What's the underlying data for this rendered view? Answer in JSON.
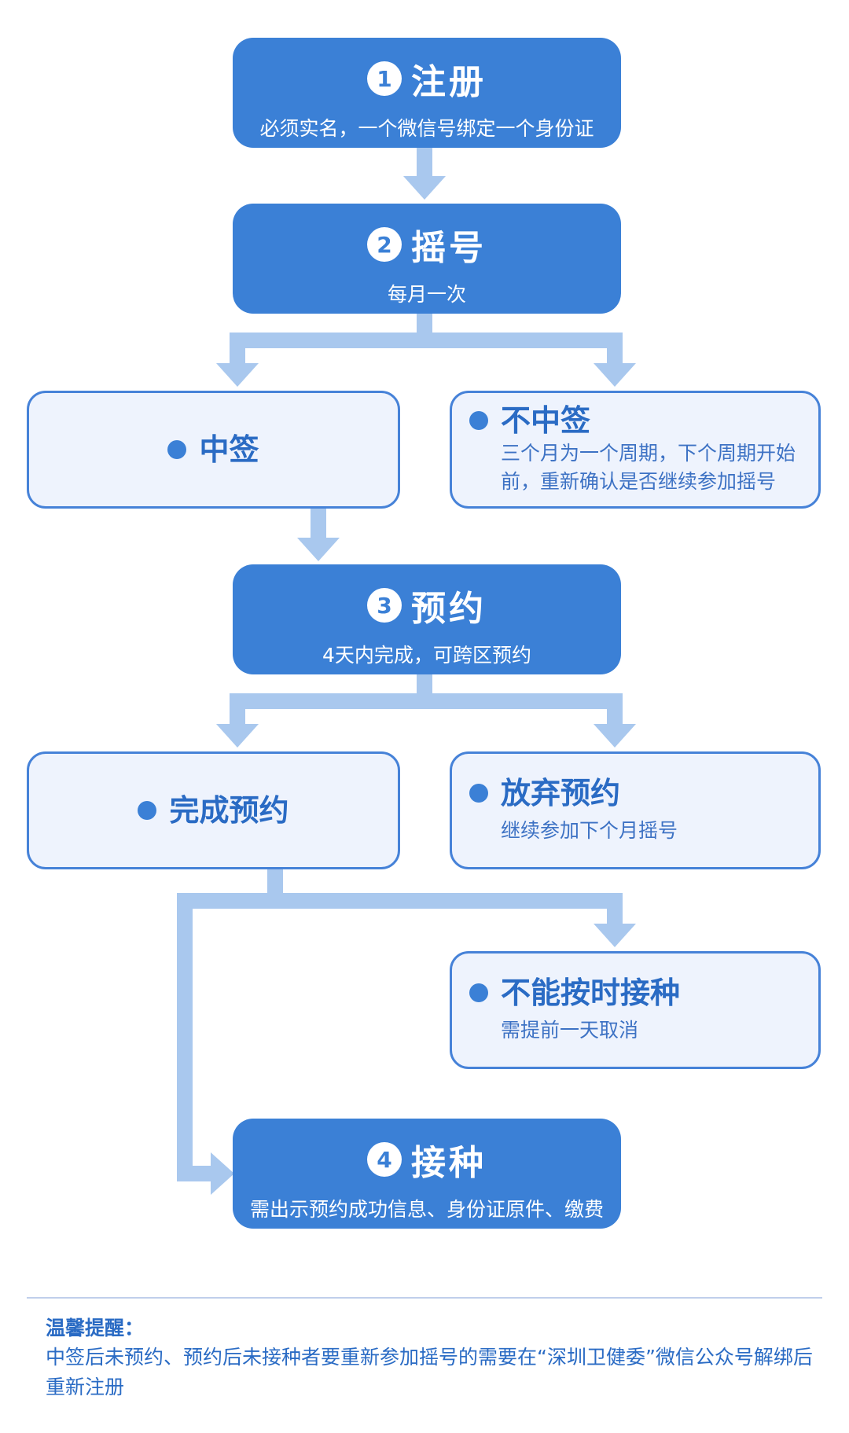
{
  "steps": [
    {
      "number": "1",
      "title": "注册",
      "desc": "必须实名，一个微信号绑定一个身份证"
    },
    {
      "number": "2",
      "title": "摇号",
      "desc": "每月一次"
    },
    {
      "number": "3",
      "title": "预约",
      "desc": "4天内完成，可跨区预约"
    },
    {
      "number": "4",
      "title": "接种",
      "desc": "需出示预约成功信息、身份证原件、缴费"
    }
  ],
  "outcomes": {
    "win": {
      "title": "中签"
    },
    "lose": {
      "title": "不中签",
      "desc_line1": "三个月为一个周期，下个周期开始",
      "desc_line2": "前，重新确认是否继续参加摇号"
    },
    "done": {
      "title": "完成预约"
    },
    "abandon": {
      "title": "放弃预约",
      "desc": "继续参加下个月摇号"
    },
    "cannot": {
      "title": "不能按时接种",
      "desc": "需提前一天取消"
    }
  },
  "note": {
    "title": "温馨提醒：",
    "body": "中签后未预约、预约后未接种者要重新参加摇号的需要在“深圳卫健委”微信公众号解绑后重新注册"
  },
  "colors": {
    "primary": "#3b80d6",
    "connector": "#a9c8ee",
    "box_fill": "#eef3fd",
    "text_blue": "#2a6bc4"
  }
}
